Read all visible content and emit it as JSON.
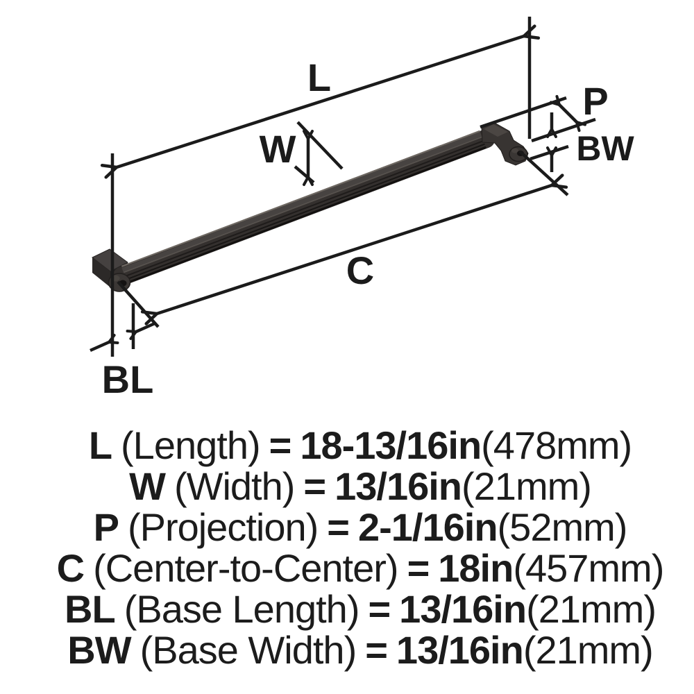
{
  "colors": {
    "ink": "#1b1b1b",
    "background": "#ffffff",
    "handle_body": "#34302e",
    "handle_top_face": "#474341",
    "handle_highlight": "#6e6862",
    "handle_shadow": "#131110",
    "foot_plate_top": "#454140",
    "foot_plate_side": "#2c2928"
  },
  "diagram": {
    "labels": {
      "length": "L",
      "width": "W",
      "projection": "P",
      "base_width": "BW",
      "center_to_center": "C",
      "base_length": "BL"
    }
  },
  "legend": {
    "rows": [
      {
        "abbr": "L",
        "name": "(Length)",
        "eq": "=",
        "value": "18-13/16in",
        "metric": "(478mm)"
      },
      {
        "abbr": "W",
        "name": "(Width)",
        "eq": "=",
        "value": "13/16in",
        "metric": "(21mm)"
      },
      {
        "abbr": "P",
        "name": "(Projection)",
        "eq": "=",
        "value": "2-1/16in",
        "metric": "(52mm)"
      },
      {
        "abbr": "C",
        "name": "(Center-to-Center)",
        "eq": "=",
        "value": "18in",
        "metric": "(457mm)"
      },
      {
        "abbr": "BL",
        "name": "(Base Length)",
        "eq": "=",
        "value": "13/16in",
        "metric": "(21mm)"
      },
      {
        "abbr": "BW",
        "name": "(Base Width)",
        "eq": "=",
        "value": "13/16in",
        "metric": "(21mm)"
      }
    ]
  }
}
